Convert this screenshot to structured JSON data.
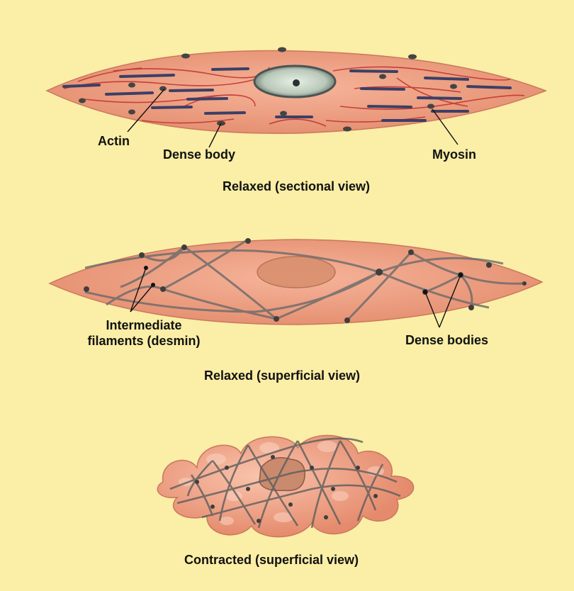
{
  "background_color": "#fbeea6",
  "cell_color": "#ec9e80",
  "nucleus_color": "#b9c8b8",
  "actin_color": "#c0302c",
  "myosin_color": "#3b3f66",
  "labels": {
    "actin": "Actin",
    "dense_body": "Dense body",
    "myosin": "Myosin",
    "intermediate_line1": "Intermediate",
    "intermediate_line2": "filaments (desmin)",
    "dense_bodies": "Dense bodies"
  },
  "captions": {
    "relaxed_sectional": "Relaxed (sectional view)",
    "relaxed_superficial": "Relaxed (superficial view)",
    "contracted_superficial": "Contracted (superficial view)"
  }
}
